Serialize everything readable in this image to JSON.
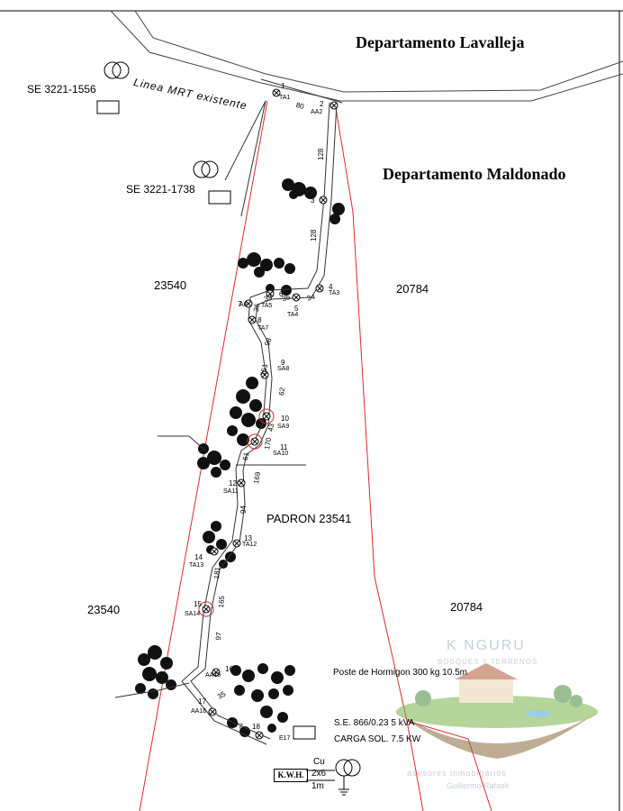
{
  "departments": {
    "north": "Departamento Lavalleja",
    "south": "Departamento Maldonado"
  },
  "line_name": "Linea MRT existente",
  "substations": [
    {
      "id": "SE 3221-1556"
    },
    {
      "id": "SE 3221-1738"
    }
  ],
  "padrones": {
    "left_top": "23540",
    "left_bottom": "23540",
    "right_top": "20784",
    "right_bottom": "20784",
    "center": "PADRON  23541"
  },
  "poles": [
    {
      "num": "1",
      "code": "TA1"
    },
    {
      "num": "2",
      "code": "AA2"
    },
    {
      "num": "3",
      "code": ""
    },
    {
      "num": "4",
      "code": "TA3"
    },
    {
      "num": "5",
      "code": "TA4"
    },
    {
      "num": "6",
      "code": "TA5"
    },
    {
      "num": "7",
      "code": "A6"
    },
    {
      "num": "8",
      "code": "TA7"
    },
    {
      "num": "9",
      "code": "SA8"
    },
    {
      "num": "10",
      "code": "SA9"
    },
    {
      "num": "11",
      "code": "SA10"
    },
    {
      "num": "12",
      "code": "SA11"
    },
    {
      "num": "13",
      "code": "TA12"
    },
    {
      "num": "14",
      "code": "TA13"
    },
    {
      "num": "15",
      "code": "SA14"
    },
    {
      "num": "16",
      "code": "AA15"
    },
    {
      "num": "17",
      "code": "AA16"
    },
    {
      "num": "18",
      "code": "E17"
    }
  ],
  "spans": [
    "80",
    "128",
    "128",
    "34",
    "35",
    "33",
    "36",
    "98",
    "151",
    "62",
    "43",
    "170",
    "61",
    "169",
    "94",
    "181",
    "165",
    "97",
    "35",
    "77"
  ],
  "notes": {
    "pole": "Poste de Hormigon 300 kg 10.5m",
    "se": "S.E. 866/0.23  5 kVA",
    "load": "CARGA SOL. 7.5 KW"
  },
  "meter": {
    "label": "K.W.H.",
    "conductor": "Cu",
    "size": "2x6",
    "length": "1m"
  },
  "watermark": {
    "brand": "K NGURU",
    "tagline": "BOSQUES Y TERRENOS",
    "footer": "asesores inmobiliarios",
    "footer2": "Guillermo Rafaeli"
  },
  "colors": {
    "boundary": "#e0292b",
    "line": "#222222",
    "tree": "#111111"
  }
}
